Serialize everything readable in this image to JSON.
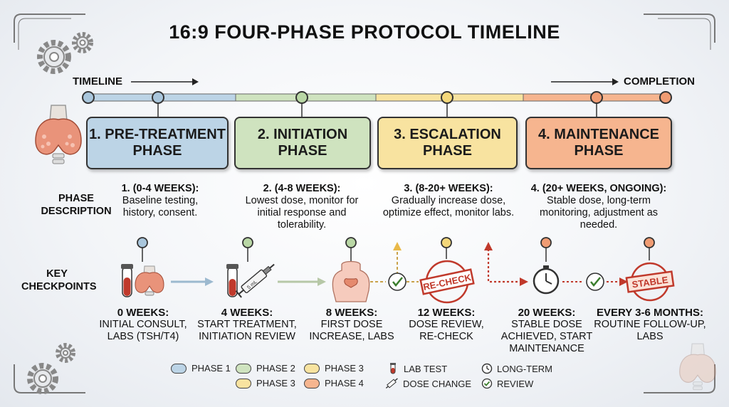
{
  "title": "16:9 FOUR-PHASE PROTOCOL TIMELINE",
  "timeline": {
    "start_label": "TIMELINE",
    "end_label": "COMPLETION"
  },
  "colors": {
    "phase1": "#bcd4e6",
    "phase2": "#cfe3bf",
    "phase3": "#f8e3a0",
    "phase4": "#f6b58f",
    "accent_red": "#c0392b"
  },
  "phases": [
    {
      "name": "1. PRE-TREATMENT PHASE",
      "line1": "1. PRE-TREATMENT",
      "line2": "PHASE",
      "desc_head": "1. (0-4 WEEKS):",
      "desc": "Baseline testing, history, consent."
    },
    {
      "name": "2. INITIATION PHASE",
      "line1": "2. INITIATION",
      "line2": "PHASE",
      "desc_head": "2. (4-8 WEEKS):",
      "desc": "Lowest dose, monitor for initial response and tolerability."
    },
    {
      "name": "3. ESCALATION PHASE",
      "line1": "3. ESCALATION",
      "line2": "PHASE",
      "desc_head": "3. (8-20+ WEEKS):",
      "desc": "Gradually increase dose, optimize effect, monitor labs."
    },
    {
      "name": "4. MAINTENANCE PHASE",
      "line1": "4. MAINTENANCE",
      "line2": "PHASE",
      "desc_head": "4. (20+ WEEKS, ONGOING):",
      "desc": "Stable dose, long-term monitoring, adjustment as needed."
    }
  ],
  "row_labels": {
    "phase_description": "PHASE DESCRIPTION",
    "key_checkpoints": "KEY CHECKPOINTS"
  },
  "checkpoints": [
    {
      "head": "0 WEEKS:",
      "text": "INITIAL CONSULT, LABS (TSH/T4)"
    },
    {
      "head": "4 WEEKS:",
      "text": "START TREATMENT, INITIATION REVIEW"
    },
    {
      "head": "8 WEEKS:",
      "text": "FIRST DOSE INCREASE, LABS"
    },
    {
      "head": "12 WEEKS:",
      "text": "DOSE REVIEW, RE-CHECK"
    },
    {
      "head": "20 WEEKS:",
      "text": "STABLE DOSE ACHIEVED, START MAINTENANCE"
    },
    {
      "head": "EVERY 3-6 MONTHS:",
      "text": "ROUTINE FOLLOW-UP, LABS"
    }
  ],
  "stamps": {
    "recheck": "RE-CHECK",
    "stable": "STABLE",
    "syringe_label": "5 mL"
  },
  "legend": {
    "phase1": "PHASE 1",
    "phase2": "PHASE 2",
    "phase3": "PHASE 3",
    "phase3b": "PHASE 3",
    "phase4": "PHASE 4",
    "lab_test": "LAB TEST",
    "dose_change": "DOSE CHANGE",
    "long_term": "LONG-TERM",
    "review": "REVIEW"
  }
}
